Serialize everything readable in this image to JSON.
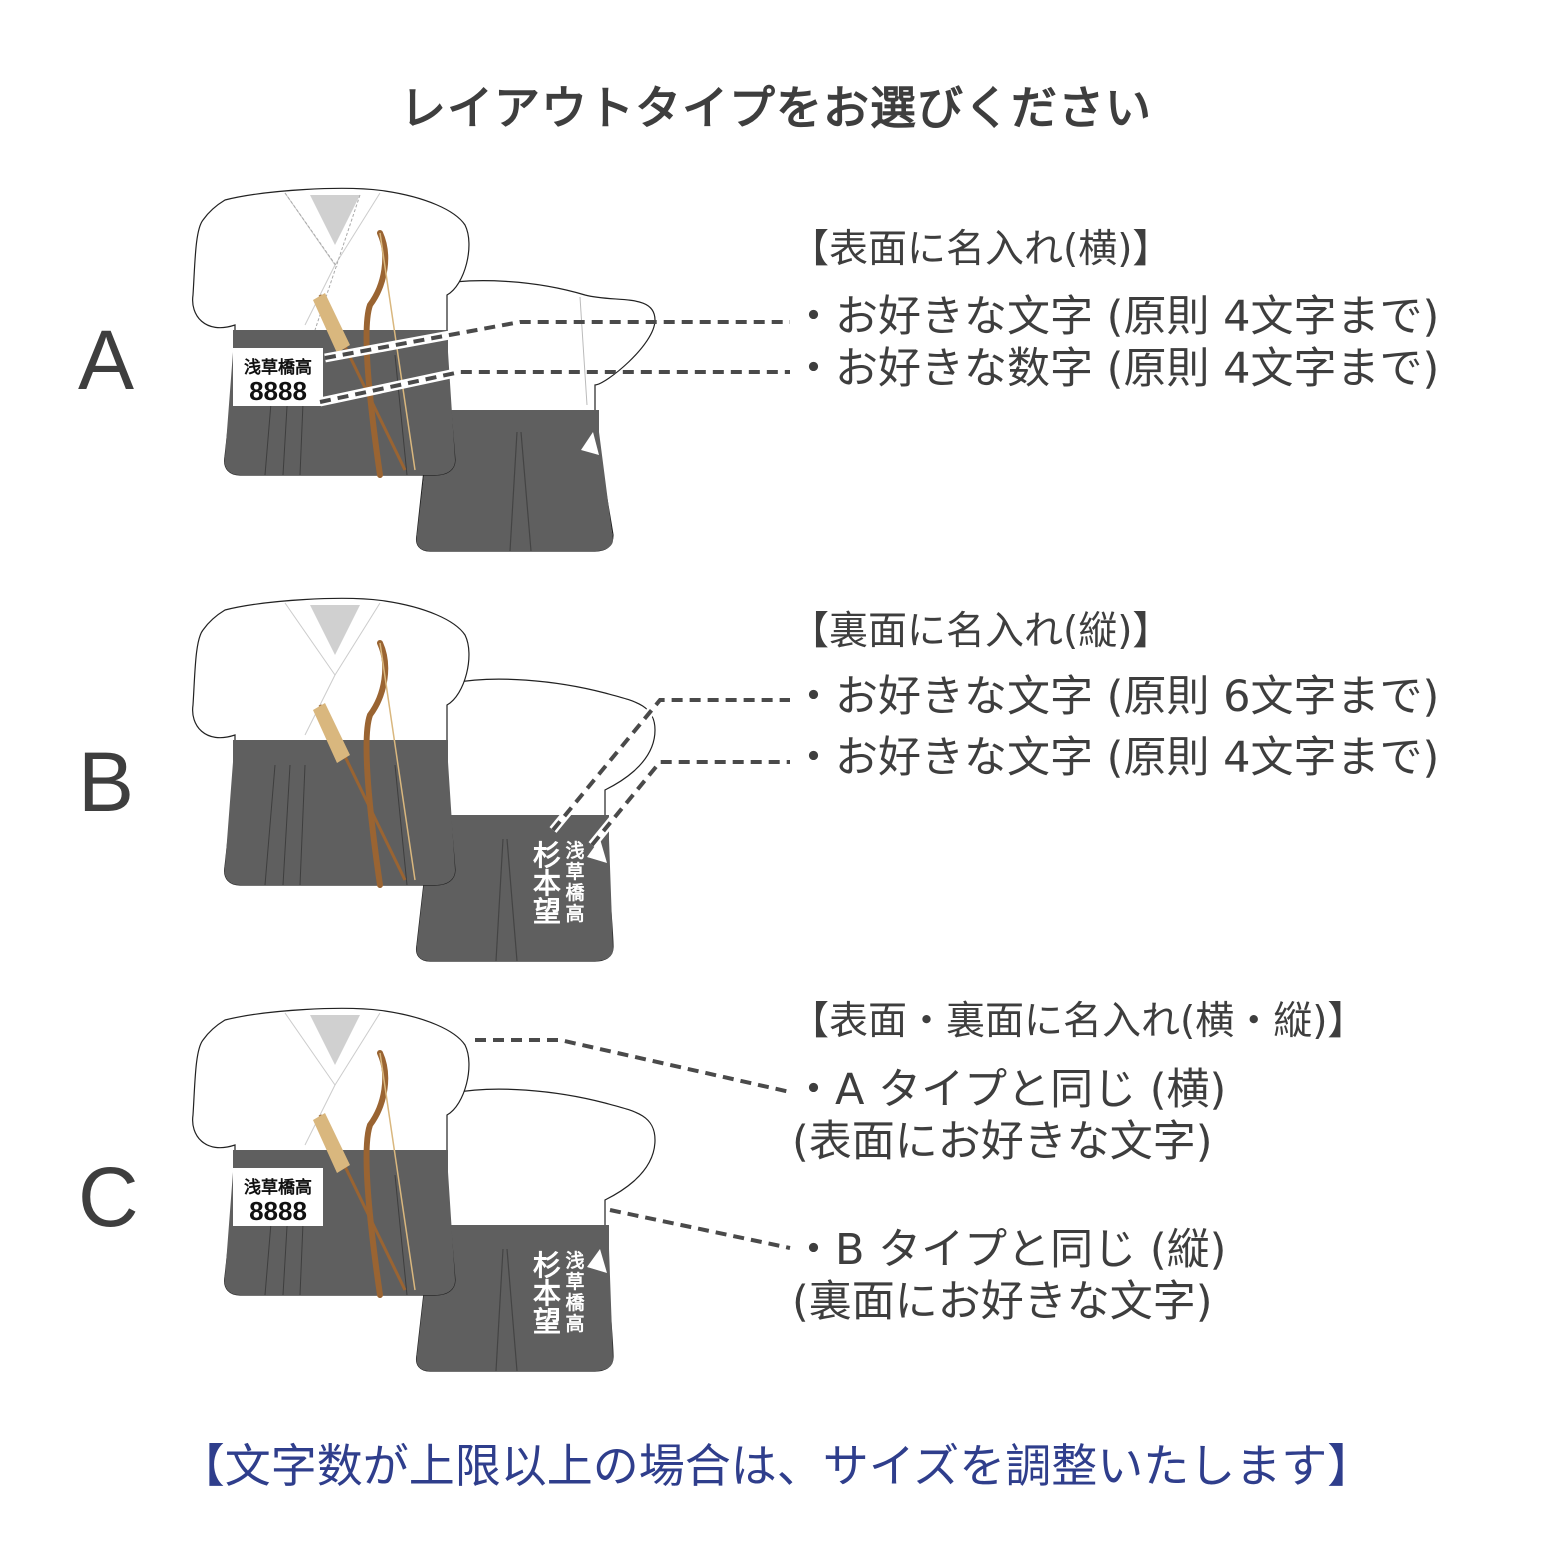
{
  "title": "レイアウトタイプをお選びください",
  "colors": {
    "text": "#3e3e3e",
    "footer": "#2f3e8c",
    "hakama": "#5f5f5f",
    "bow": "#9a6432",
    "arrow": "#d9b77e"
  },
  "sample": {
    "school": "浅草橋高",
    "number": "8888",
    "name_chars": [
      "杉",
      "本",
      "望"
    ],
    "school_chars": [
      "浅",
      "草",
      "橋",
      "高"
    ]
  },
  "options": [
    {
      "letter": "A",
      "heading": "【表面に名入れ(横)】",
      "lines": [
        "・お好きな文字 (原則 4文字まで)",
        "・お好きな数字 (原則 4文字まで)"
      ]
    },
    {
      "letter": "B",
      "heading": "【裏面に名入れ(縦)】",
      "lines": [
        "・お好きな文字 (原則 6文字まで)",
        "・お好きな文字 (原則 4文字まで)"
      ]
    },
    {
      "letter": "C",
      "heading": "【表面・裏面に名入れ(横・縦)】",
      "lines": [
        "・A タイプと同じ (横)",
        "  (表面にお好きな文字)",
        "・B タイプと同じ (縦)",
        "  (裏面にお好きな文字)"
      ]
    }
  ],
  "footer": "【文字数が上限以上の場合は、サイズを調整いたします】"
}
